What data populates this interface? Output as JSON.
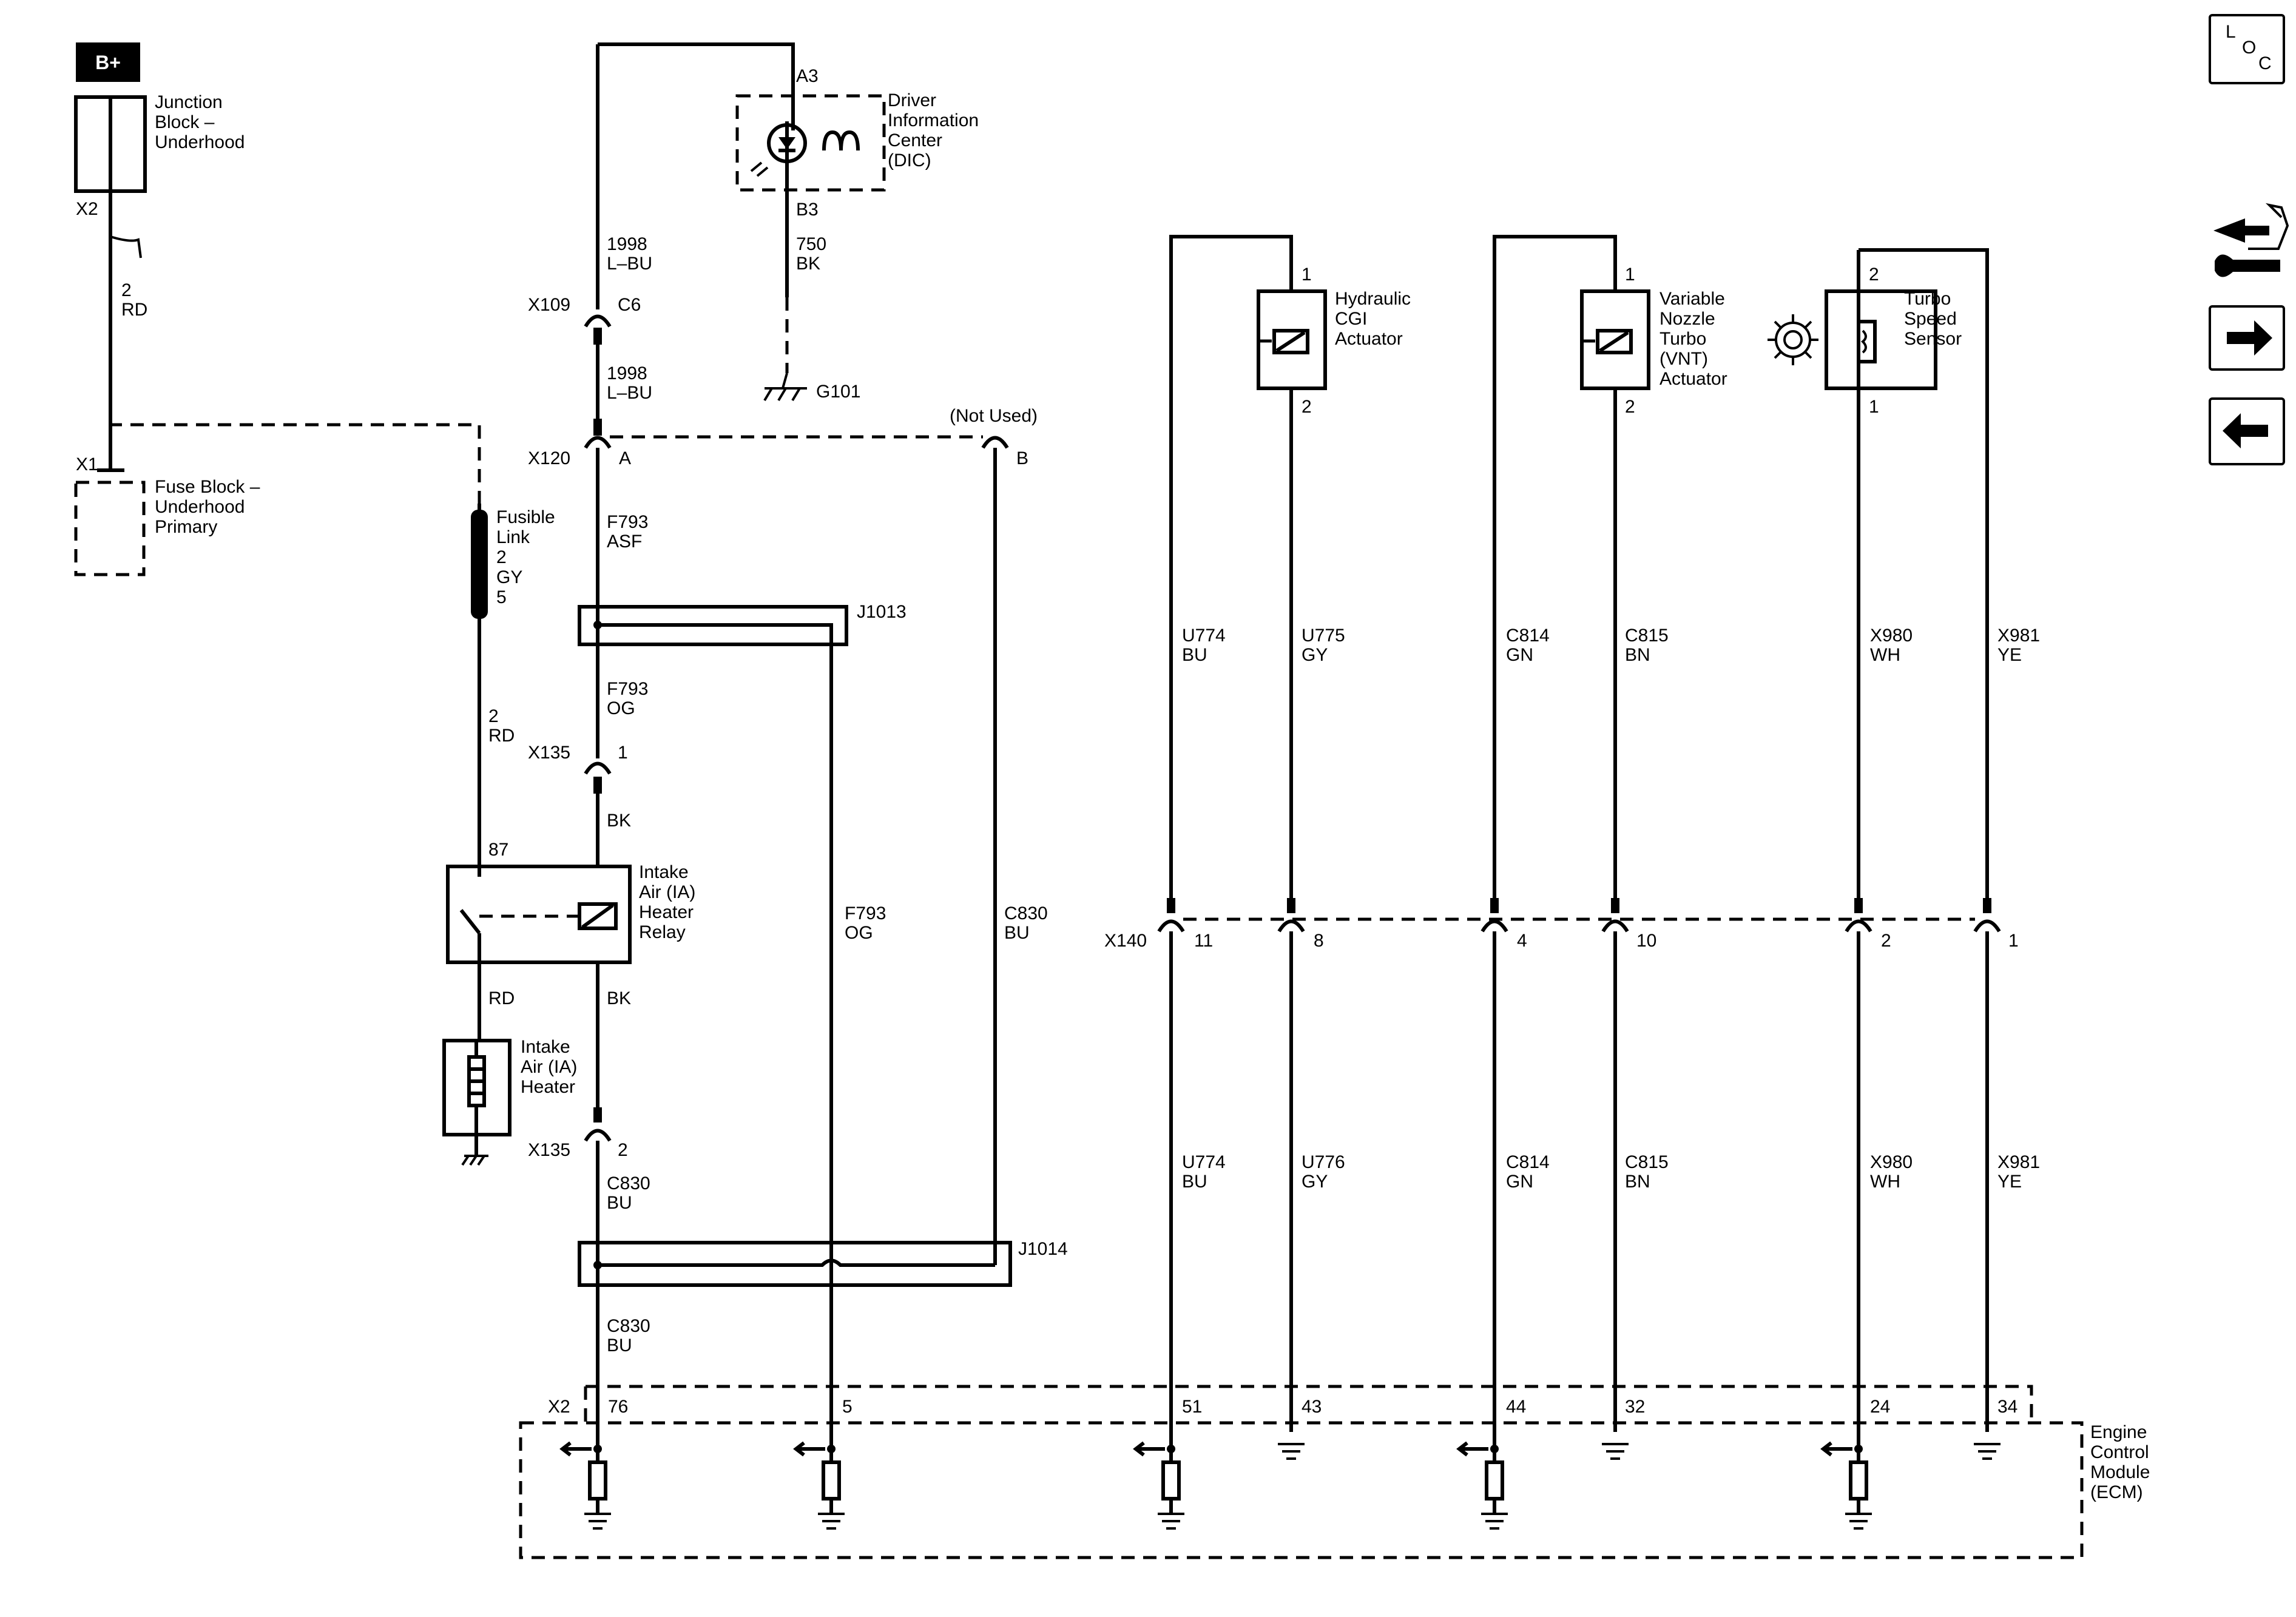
{
  "nav": {
    "loc_icon_label": [
      "L",
      "O",
      "C"
    ]
  },
  "battery": {
    "label": "B+"
  },
  "junction_block": {
    "name": [
      "Junction",
      "Block –",
      "Underhood"
    ],
    "connector": "X2"
  },
  "fuse_block": {
    "name": [
      "Fuse Block –",
      "Underhood",
      "Primary"
    ],
    "connector": "X1"
  },
  "wire_2rd_top": [
    "2",
    "RD"
  ],
  "fusible_link": [
    "Fusible",
    "Link",
    "2",
    "GY",
    "5"
  ],
  "wire_2rd_mid": [
    "2",
    "RD"
  ],
  "relay": {
    "pin": "87",
    "name": [
      "Intake",
      "Air (IA)",
      "Heater",
      "Relay"
    ]
  },
  "wire_rd": "RD",
  "wire_bk_relay_out": "BK",
  "heater": {
    "name": [
      "Intake",
      "Air (IA)",
      "Heater"
    ]
  },
  "dic": {
    "pin_top": "A3",
    "pin_bottom": "B3",
    "name": [
      "Driver",
      "Information",
      "Center",
      "(DIC)"
    ]
  },
  "wire_1998_top": [
    "1998",
    "L–BU"
  ],
  "wire_1998_bottom": [
    "1998",
    "L–BU"
  ],
  "wire_750": [
    "750",
    "BK"
  ],
  "ground_g101": "G101",
  "x109": {
    "name": "X109",
    "pin": "C6"
  },
  "x120": {
    "name": "X120",
    "pin_a": "A",
    "pin_b": "B",
    "not_used": "(Not Used)"
  },
  "wire_f793_asf": [
    "F793",
    "ASF"
  ],
  "j1013": "J1013",
  "wire_f793_og": [
    "F793",
    "OG"
  ],
  "x135_1": {
    "name": "X135",
    "pin": "1"
  },
  "wire_bk": "BK",
  "wire_f793_og_right": [
    "F793",
    "OG"
  ],
  "wire_c830_bu_right": [
    "C830",
    "BU"
  ],
  "x135_2": {
    "name": "X135",
    "pin": "2"
  },
  "wire_c830_bu_mid": [
    "C830",
    "BU"
  ],
  "j1014": "J1014",
  "wire_c830_bu_bottom": [
    "C830",
    "BU"
  ],
  "ecm": {
    "connector": "X2",
    "name": [
      "Engine",
      "Control",
      "Module",
      "(ECM)"
    ],
    "pins": [
      "76",
      "5",
      "51",
      "43",
      "44",
      "32",
      "24",
      "34"
    ]
  },
  "hydraulic_actuator": {
    "pin_top": "1",
    "pin_bottom": "2",
    "name": [
      "Hydraulic",
      "CGI",
      "Actuator"
    ]
  },
  "vnt_actuator": {
    "pin_top": "1",
    "pin_bottom": "2",
    "name": [
      "Variable",
      "Nozzle",
      "Turbo",
      "(VNT)",
      "Actuator"
    ]
  },
  "turbo_sensor": {
    "pin_top": "2",
    "pin_bottom": "1",
    "name": [
      "Turbo",
      "Speed",
      "Sensor"
    ]
  },
  "upper_wires": [
    [
      "U774",
      "BU"
    ],
    [
      "U775",
      "GY"
    ],
    [
      "C814",
      "GN"
    ],
    [
      "C815",
      "BN"
    ],
    [
      "X980",
      "WH"
    ],
    [
      "X981",
      "YE"
    ]
  ],
  "x140": {
    "name": "X140",
    "pins": [
      "11",
      "8",
      "4",
      "10",
      "2",
      "1"
    ]
  },
  "lower_wires": [
    [
      "U774",
      "BU"
    ],
    [
      "U776",
      "GY"
    ],
    [
      "C814",
      "GN"
    ],
    [
      "C815",
      "BN"
    ],
    [
      "X980",
      "WH"
    ],
    [
      "X981",
      "YE"
    ]
  ]
}
